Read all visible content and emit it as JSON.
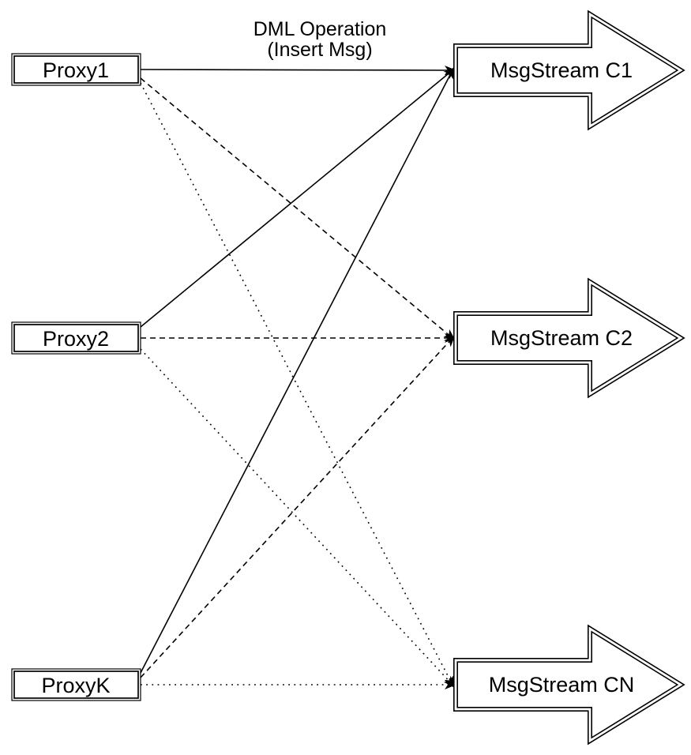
{
  "note": {
    "line1": "DML Operation",
    "line2": "(Insert Msg)"
  },
  "proxies": [
    {
      "id": "proxy1",
      "label": "Proxy1"
    },
    {
      "id": "proxy2",
      "label": "Proxy2"
    },
    {
      "id": "proxyk",
      "label": "ProxyK"
    }
  ],
  "streams": [
    {
      "id": "c1",
      "label": "MsgStream C1"
    },
    {
      "id": "c2",
      "label": "MsgStream C2"
    },
    {
      "id": "cn",
      "label": "MsgStream CN"
    }
  ],
  "edges": [
    {
      "from": "Proxy1",
      "to": "MsgStream C1",
      "line_style": "solid"
    },
    {
      "from": "Proxy1",
      "to": "MsgStream C2",
      "line_style": "dashed"
    },
    {
      "from": "Proxy1",
      "to": "MsgStream CN",
      "line_style": "dotted"
    },
    {
      "from": "Proxy2",
      "to": "MsgStream C1",
      "line_style": "solid"
    },
    {
      "from": "Proxy2",
      "to": "MsgStream C2",
      "line_style": "dashed"
    },
    {
      "from": "Proxy2",
      "to": "MsgStream CN",
      "line_style": "dotted"
    },
    {
      "from": "ProxyK",
      "to": "MsgStream C1",
      "line_style": "solid"
    },
    {
      "from": "ProxyK",
      "to": "MsgStream C2",
      "line_style": "dashed"
    },
    {
      "from": "ProxyK",
      "to": "MsgStream CN",
      "line_style": "dotted"
    }
  ],
  "colors": {
    "stroke": "#000000",
    "background": "#ffffff"
  }
}
